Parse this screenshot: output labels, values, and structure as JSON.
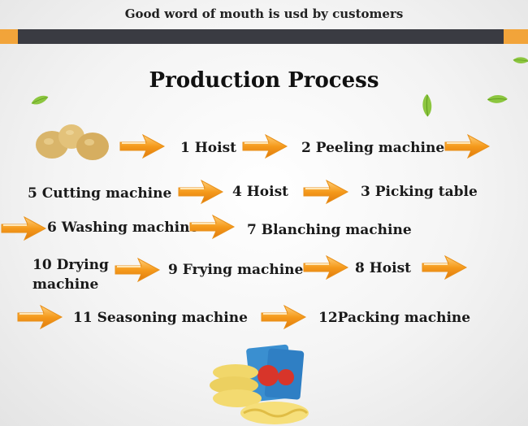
{
  "header": {
    "caption": "Good word of mouth is usd by customers"
  },
  "title": "Production Process",
  "steps": {
    "s1": "1 Hoist",
    "s2": "2 Peeling machine",
    "s3": "3 Picking table",
    "s4": "4 Hoist",
    "s5": "5 Cutting machine",
    "s6": "6 Washing machine",
    "s7": "7 Blanching machine",
    "s8": "8 Hoist",
    "s9": "9 Frying machine",
    "s10": "10 Drying machine",
    "s11": "11 Seasoning machine",
    "s12": "12Packing machine"
  },
  "colors": {
    "arrow_orange": "#f29a1e",
    "header_bar": "#3a3b42",
    "header_accent": "#f2a43a",
    "leaf_green": "#8cc63f"
  },
  "icons": [
    "arrow-right-icon",
    "arrow-left-icon",
    "leaf-icon",
    "potatoes-image",
    "chips-package-image"
  ]
}
